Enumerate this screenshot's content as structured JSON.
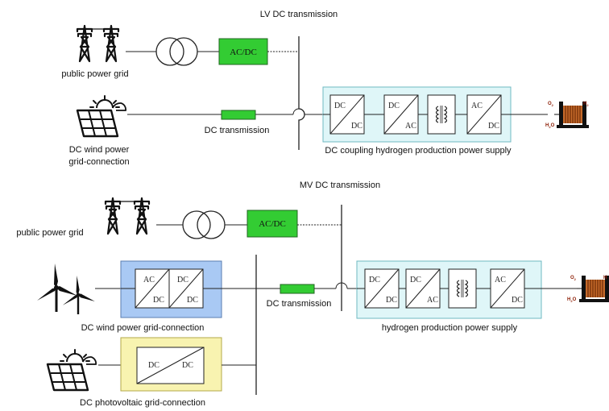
{
  "colors": {
    "green": "#33cc33",
    "light_cyan": "#dff6f8",
    "light_blue": "#a9c9f4",
    "light_yellow": "#f8f3b0",
    "line": "#222222"
  },
  "top": {
    "title": "LV DC transmission",
    "grid_label": "public power grid",
    "acdc_label": "AC/DC",
    "dc_transmission_label": "DC transmission",
    "source_label_line1": "DC wind power",
    "source_label_line2": "grid-connection",
    "supply_label": "DC coupling hydrogen production power supply",
    "converters": [
      {
        "top": "DC",
        "bottom": "DC"
      },
      {
        "top": "DC",
        "bottom": "AC"
      },
      {
        "top": "AC",
        "bottom": "DC"
      }
    ]
  },
  "bottom": {
    "title": "MV DC transmission",
    "grid_label": "public power grid",
    "acdc_label": "AC/DC",
    "dc_transmission_label": "DC transmission",
    "wind_label": "DC wind power grid-connection",
    "pv_label": "DC photovoltaic grid-connection",
    "supply_label": "hydrogen production power supply",
    "wind_converters": [
      {
        "top": "AC",
        "bottom": "DC"
      },
      {
        "top": "DC",
        "bottom": "DC"
      }
    ],
    "pv_converter": {
      "left": "DC",
      "right": "DC"
    },
    "converters": [
      {
        "top": "DC",
        "bottom": "DC"
      },
      {
        "top": "DC",
        "bottom": "AC"
      },
      {
        "top": "AC",
        "bottom": "DC"
      }
    ]
  },
  "electrolyzer": {
    "o2": "O",
    "h2": "H",
    "h2o": "H",
    "sub": "2"
  },
  "icons": [
    "transmission-tower-icon",
    "transformer-icon",
    "solar-panel-icon",
    "wind-turbine-icon",
    "electrolyzer-icon"
  ]
}
